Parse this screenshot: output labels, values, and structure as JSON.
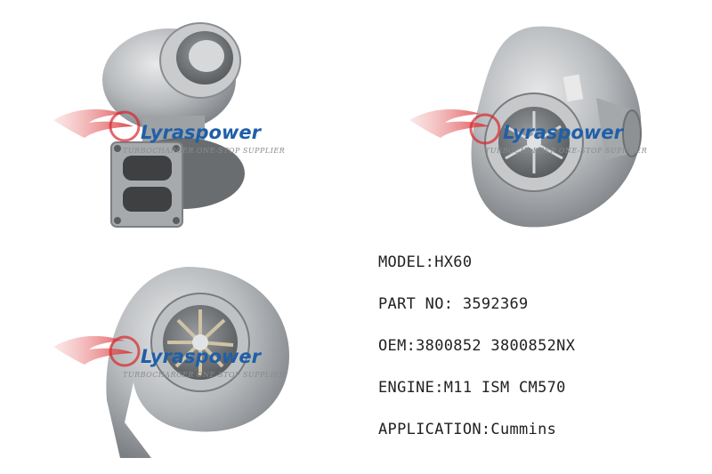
{
  "watermark": {
    "brand": "Lyraspower",
    "tagline": "TURBOCHARGER ONE-STOP SUPPLIER"
  },
  "colors": {
    "wing_red": "#d7262b",
    "brand_blue": "#1f5fa8",
    "metal": "#b4b7ba"
  },
  "specs": {
    "model": "MODEL:HX60",
    "part_no": "PART NO: 3592369",
    "oem": "OEM:3800852 3800852NX",
    "engine": "ENGINE:M11 ISM CM570",
    "application": "APPLICATION:Cummins"
  }
}
